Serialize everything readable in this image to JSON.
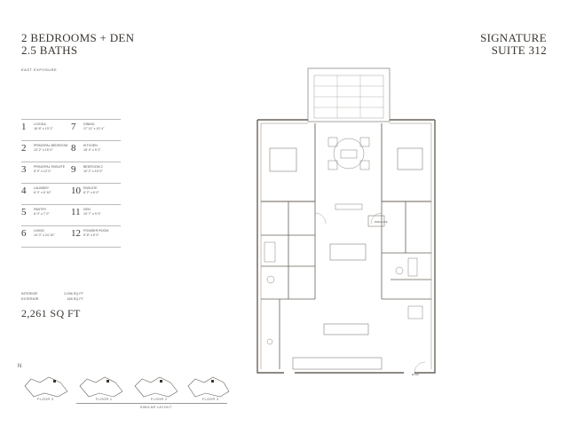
{
  "header": {
    "bedrooms": "2 BEDROOMS + DEN",
    "baths": "2.5 BATHS",
    "collection": "SIGNATURE",
    "suite": "SUITE 312",
    "exposure": "EAST EXPOSURE"
  },
  "legend": [
    {
      "num": "1",
      "room": "LOGGIA",
      "dims": "16' 8\" x 13' 2\""
    },
    {
      "num": "7",
      "room": "DINING",
      "dims": "17' 11\" x 10' 4\""
    },
    {
      "num": "2",
      "room": "PRINCIPAL BEDROOM",
      "dims": "13' 2\" x 15' 9\""
    },
    {
      "num": "8",
      "room": "KITCHEN",
      "dims": "18' 4\" x 9' 2\""
    },
    {
      "num": "3",
      "room": "PRINCIPAL ENSUITE",
      "dims": "8' 9\" x 12' 0\""
    },
    {
      "num": "9",
      "room": "BEDROOM 2",
      "dims": "10' 2\" x 15' 0\""
    },
    {
      "num": "4",
      "room": "LAUNDRY",
      "dims": "6' 0\" x 6' 10\""
    },
    {
      "num": "10",
      "room": "ENSUITE",
      "dims": "8' 2\" x 6' 0\""
    },
    {
      "num": "5",
      "room": "PANTRY",
      "dims": "6' 0\" x 7' 0\""
    },
    {
      "num": "11",
      "room": "DEN",
      "dims": "10' 7\" x 9' 9\""
    },
    {
      "num": "6",
      "room": "LIVING",
      "dims": "14' 0\" x 24' 10\""
    },
    {
      "num": "12",
      "room": "POWDER ROOM",
      "dims": "5' 8\" x 6' 0\""
    }
  ],
  "area": {
    "interior_label": "INTERIOR",
    "interior_value": "2,096 SQ FT",
    "exterior_label": "EXTERIOR",
    "exterior_value": "165 SQ FT",
    "total": "2,261 SQ FT"
  },
  "plan": {
    "fireplace": "FIRE PLACE",
    "entry": "ENTRY"
  },
  "keyplan": {
    "north": "N",
    "floors": [
      "FLOOR 3",
      "FLOOR 1",
      "FLOOR 2",
      "FLOOR 3"
    ],
    "caption": "SIMILAR LAYOUT"
  }
}
